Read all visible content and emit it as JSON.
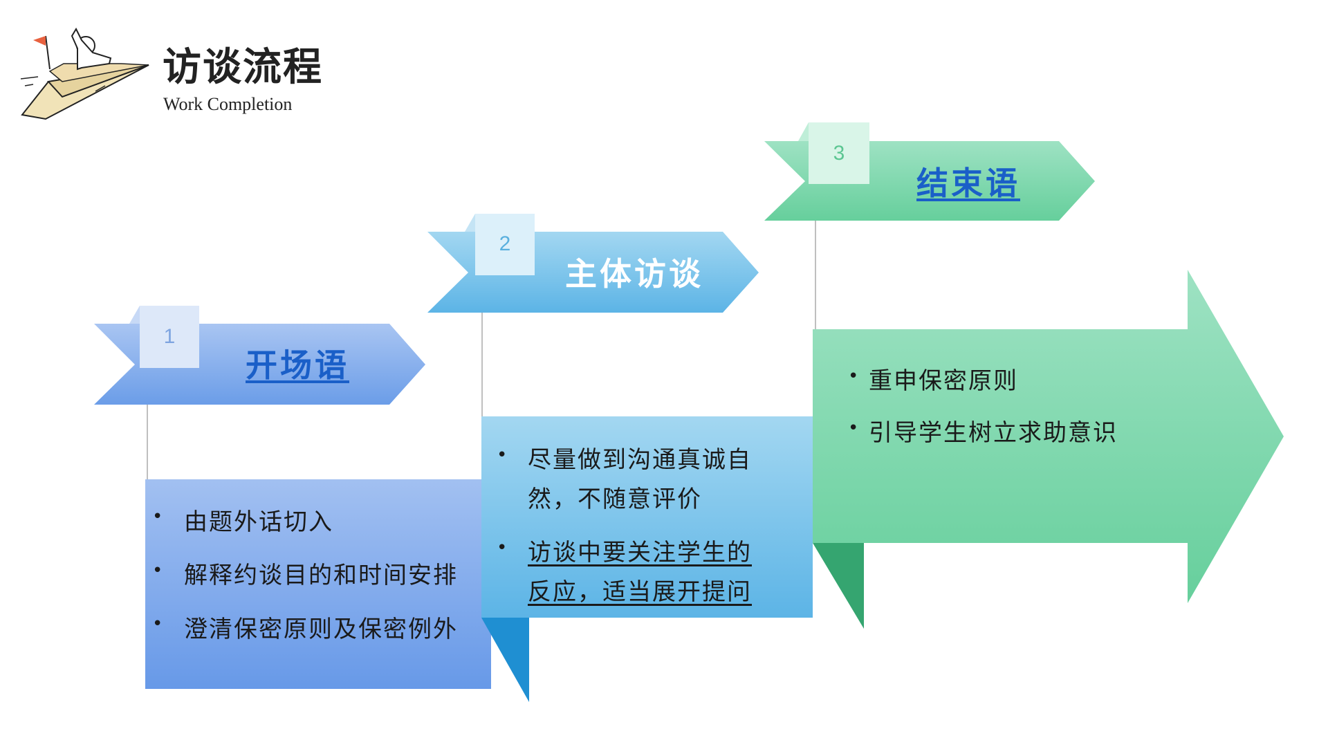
{
  "header": {
    "title": "访谈流程",
    "subtitle": "Work Completion"
  },
  "steps": [
    {
      "number": "1",
      "title": "开场语",
      "bullets": [
        "由题外话切入",
        "解释约谈目的和时间安排",
        "澄清保密原则及保密例外"
      ]
    },
    {
      "number": "2",
      "title": "主体访谈",
      "bullets": [
        "尽量做到沟通真诚自",
        "然，不随意评价",
        "访谈中要关注学生的",
        "反应，适当展开提问"
      ]
    },
    {
      "number": "3",
      "title": "结束语",
      "bullets": [
        "重申保密原则",
        "引导学生树立求助意识"
      ]
    }
  ],
  "bullet_symbol": "•",
  "colors": {
    "blue_step": "#7aa6ea",
    "sky_step": "#74c0ec",
    "green_step": "#7dd8ae",
    "link": "#1a5fc8"
  }
}
